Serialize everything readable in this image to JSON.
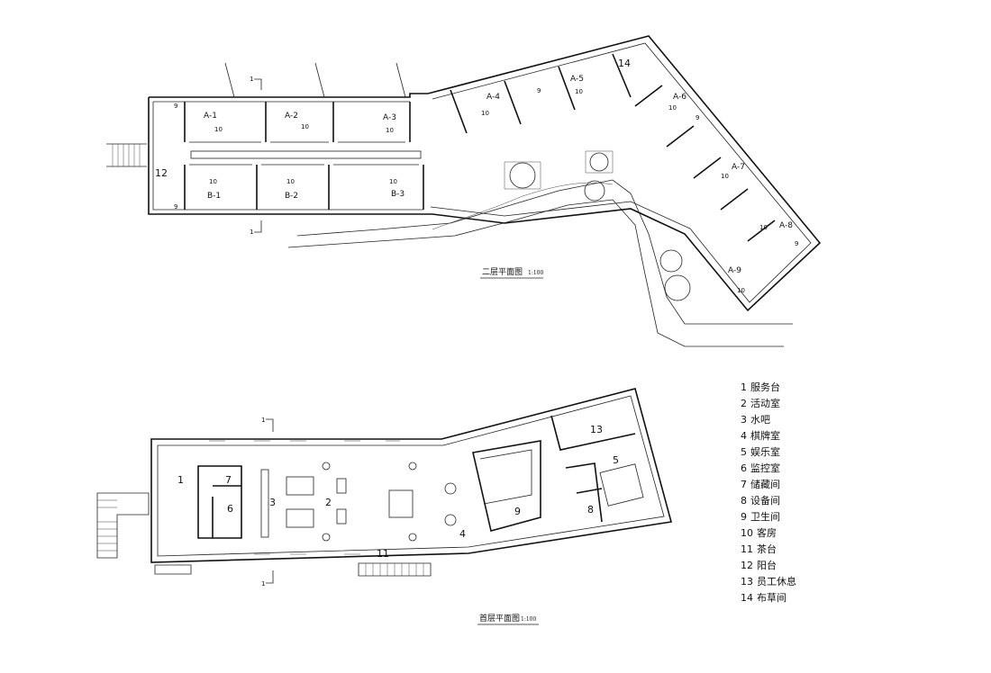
{
  "captions": {
    "upper_title": "二层平面图",
    "upper_scale": "1:100",
    "ground_title": "首层平面图",
    "ground_scale": "1:100"
  },
  "upper_rooms": {
    "a1": "A-1",
    "a2": "A-2",
    "a3": "A-3",
    "a4": "A-4",
    "a5": "A-5",
    "a6": "A-6",
    "a7": "A-7",
    "a8": "A-8",
    "a9": "A-9",
    "b1": "B-1",
    "b2": "B-2",
    "b3": "B-3"
  },
  "upper_numbers": {
    "balcony": "12",
    "linen": "14",
    "guest": "10",
    "bath": "9"
  },
  "ground_numbers": {
    "service": "1",
    "activity": "2",
    "bar": "3",
    "chess": "4",
    "ent": "5",
    "monitor": "6",
    "storage": "7",
    "equip": "8",
    "wc": "9",
    "tea": "11",
    "staff": "13"
  },
  "section_mark": "1",
  "legend": [
    {
      "num": "1",
      "name": "服务台"
    },
    {
      "num": "2",
      "name": "活动室"
    },
    {
      "num": "3",
      "name": "水吧"
    },
    {
      "num": "4",
      "name": "棋牌室"
    },
    {
      "num": "5",
      "name": "娱乐室"
    },
    {
      "num": "6",
      "name": "监控室"
    },
    {
      "num": "7",
      "name": "储藏间"
    },
    {
      "num": "8",
      "name": "设备间"
    },
    {
      "num": "9",
      "name": "卫生间"
    },
    {
      "num": "10",
      "name": "客房"
    },
    {
      "num": "11",
      "name": "茶台"
    },
    {
      "num": "12",
      "name": "阳台"
    },
    {
      "num": "13",
      "name": "员工休息"
    },
    {
      "num": "14",
      "name": "布草间"
    }
  ]
}
